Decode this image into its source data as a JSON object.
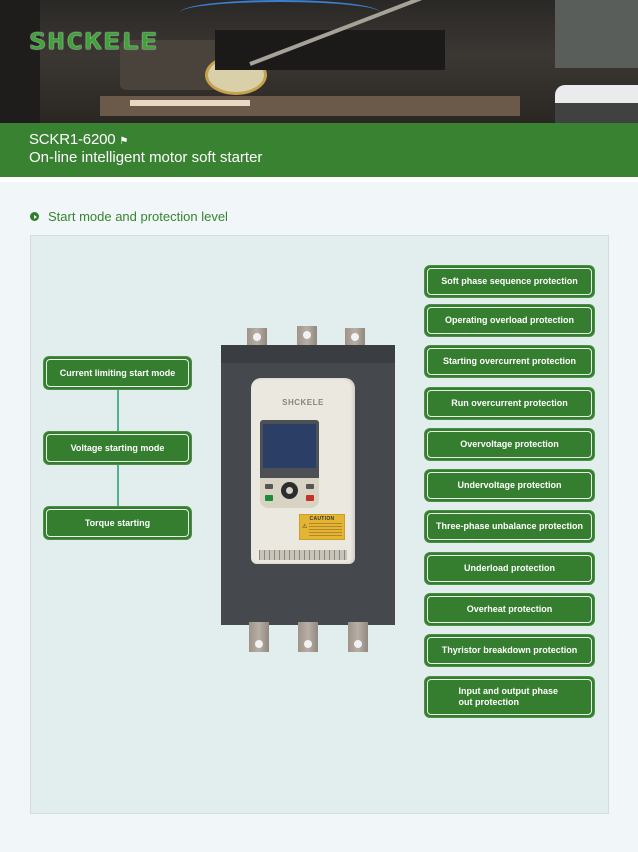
{
  "header": {
    "brand_logo": "SHCKELE",
    "model": "SCKR1-6200",
    "model_marker_icon": "flag-icon",
    "subtitle": "On-line intelligent motor soft starter"
  },
  "section": {
    "title": "Start mode and protection level",
    "bullet_icon": "play-circle-icon"
  },
  "start_modes": [
    "Current limiting start mode",
    "Voltage starting mode",
    "Torque starting"
  ],
  "protections": [
    "Soft phase sequence protection",
    "Operating overload protection",
    "Starting overcurrent protection",
    "Run overcurrent protection",
    "Overvoltage protection",
    "Undervoltage protection",
    "Three-phase unbalance protection",
    "Underload protection",
    "Overheat protection",
    "Thyristor breakdown protection",
    "Input and output phase out protection"
  ],
  "device": {
    "faceplate_brand": "SHCKELE",
    "label_title": "CAUTION"
  },
  "colors": {
    "brand_green": "#388232",
    "box_green": "#357d2f",
    "connector_green": "#4fb28a",
    "panel_bg": "#e2eeee",
    "page_bg": "#f1f6f8"
  }
}
